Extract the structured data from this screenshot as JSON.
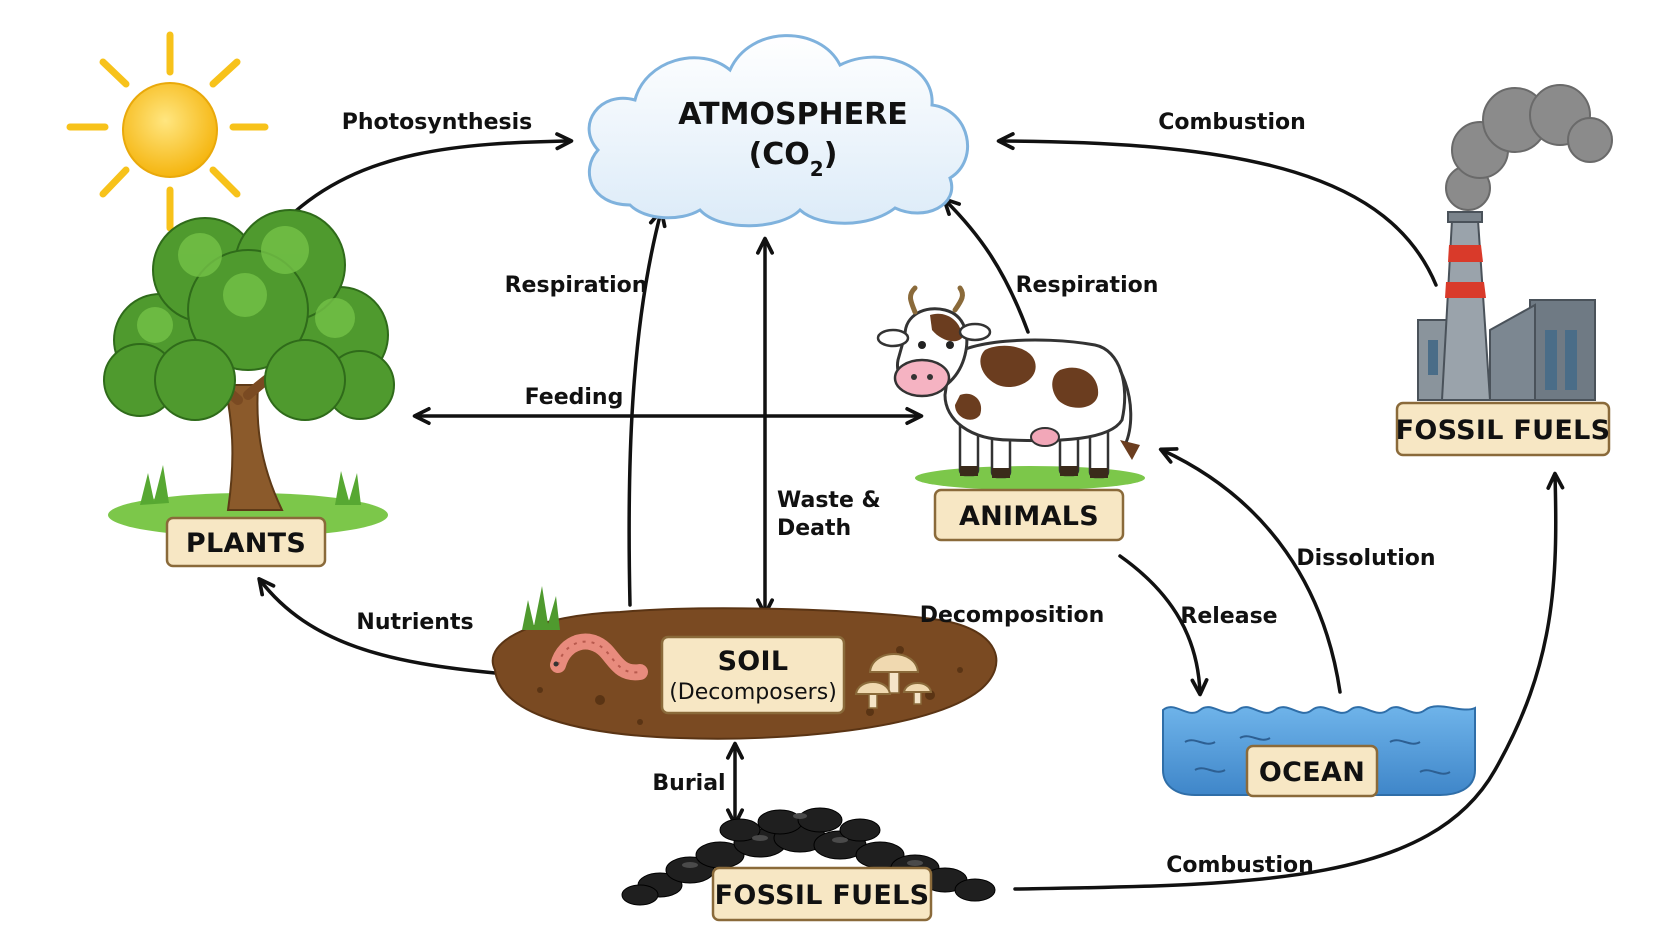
{
  "nodes": {
    "atmosphere": {
      "title": "ATMOSPHERE",
      "formula_prefix": "(CO",
      "formula_sub": "2",
      "formula_suffix": ")"
    },
    "plants": {
      "label": "PLANTS"
    },
    "animals": {
      "label": "ANIMALS"
    },
    "soil": {
      "label": "SOIL",
      "sublabel": "(Decomposers)"
    },
    "ocean": {
      "label": "OCEAN"
    },
    "fossil_fuels_factory": {
      "label": "FOSSIL FUELS"
    },
    "fossil_fuels_ground": {
      "label": "FOSSIL FUELS"
    }
  },
  "processes": {
    "photosynthesis": "Photosynthesis",
    "combustion_top": "Combustion",
    "respiration_soil": "Respiration",
    "respiration_animals": "Respiration",
    "feeding": "Feeding",
    "waste_death_line1": "Waste &",
    "waste_death_line2": "Death",
    "nutrients": "Nutrients",
    "decomposition": "Decomposition",
    "release": "Release",
    "dissolution": "Dissolution",
    "burial": "Burial",
    "combustion_bottom": "Combustion"
  },
  "icons": [
    "sun-icon",
    "tree-icon",
    "cow-icon",
    "worm-icon",
    "mushroom-icon",
    "factory-icon",
    "smoke-icon",
    "coal-icon",
    "water-icon",
    "cloud-icon"
  ],
  "colors": {
    "label_box_fill": "#f7e7c4",
    "label_box_stroke": "#8a6a3a",
    "arrow": "#111111",
    "cloud_fill": "#e8f3fc",
    "cloud_stroke": "#7fb2dd",
    "sun": "#f7c21a",
    "soil": "#7a4a22",
    "ocean": "#4a93d4",
    "coal": "#222222",
    "grass": "#6cbf3a"
  }
}
